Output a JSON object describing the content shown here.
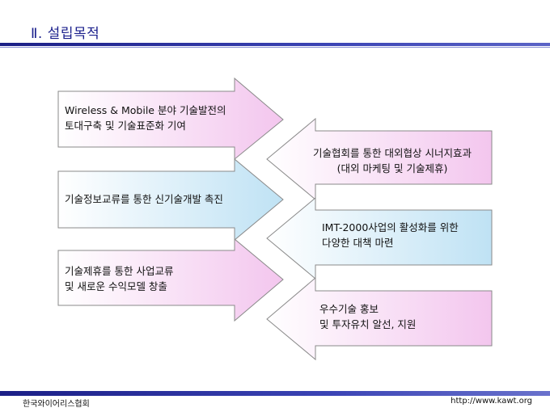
{
  "header": {
    "title": "Ⅱ. 설립목적"
  },
  "left_arrows": [
    {
      "lines": [
        "Wireless & Mobile 분야 기술발전의",
        "토대구축 및 기술표준화 기여"
      ],
      "color": "pink"
    },
    {
      "lines": [
        "기술정보교류를 통한 신기술개발 촉진"
      ],
      "color": "blue"
    },
    {
      "lines": [
        "기술제휴를 통한 사업교류",
        "및 새로운 수익모델 창출"
      ],
      "color": "pink"
    }
  ],
  "right_arrows": [
    {
      "lines": [
        "기술협회를 통한 대외협상 시너지효과",
        "(대외 마케팅 및 기술제휴)"
      ],
      "color": "pink"
    },
    {
      "lines": [
        "IMT-2000사업의 활성화를 위한",
        "다양한 대책 마련"
      ],
      "color": "blue"
    },
    {
      "lines": [
        "우수기술 홍보",
        "및 투자유치 알선, 지원"
      ],
      "color": "pink"
    }
  ],
  "footer": {
    "org": "한국와이어리스협회",
    "url": "http://www.kawt.org"
  },
  "colors": {
    "pink": "#f7d2f0",
    "blue": "#cfe9f7",
    "accent": "#1a1f8c"
  }
}
